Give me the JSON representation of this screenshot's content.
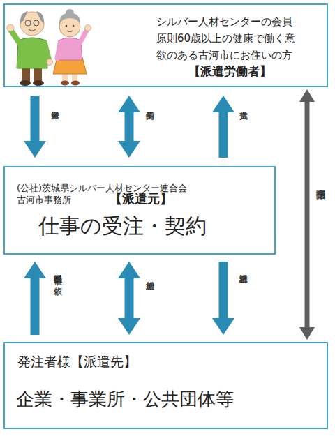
{
  "diagram": {
    "nodes": [
      {
        "text": [
          "シルバー人材センターの会員 原則60歳以上の健康で働く意 欲のある古河市にお住いの方",
          "【派遣労働者】"
        ]
      },
      {
        "text": [
          "(公社)茨城県シルバー人材センター連合会 古河市事務所",
          "【派遣元】",
          "仕事の受注・契約"
        ]
      },
      {
        "text": [
          "発注者様【派遣先】",
          "企業・事業所・公共団体等"
        ]
      }
    ],
    "edges": [
      {
        "from": 0,
        "to": 1,
        "label": "派遣登録",
        "arrow": "to"
      },
      {
        "from": 0,
        "to": 1,
        "label": "労働契約",
        "arrow": "both"
      },
      {
        "from": 1,
        "to": 0,
        "label": "賃金支払",
        "arrow": "to"
      },
      {
        "from": 0,
        "to": 2,
        "label": "指揮命令関係",
        "arrow": "both"
      },
      {
        "from": 2,
        "to": 1,
        "label": "派遣料金支払 仕事の依頼",
        "arrow": "to"
      },
      {
        "from": 1,
        "to": 2,
        "label": "派遣契約",
        "arrow": "both"
      },
      {
        "from": 1,
        "to": 2,
        "label": "派遣料金請求",
        "arrow": "to"
      }
    ]
  }
}
